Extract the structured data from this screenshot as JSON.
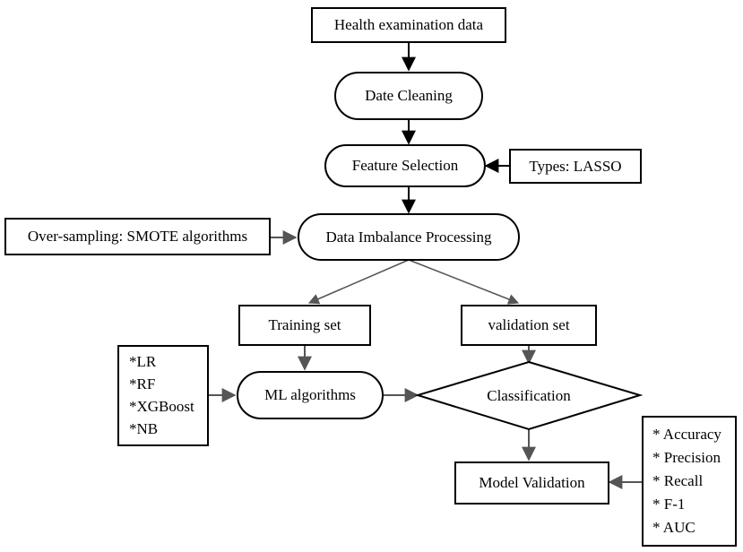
{
  "nodes": {
    "health_data": "Health examination data",
    "data_cleaning": "Date Cleaning",
    "feature_selection": "Feature Selection",
    "types_lasso": "Types: LASSO",
    "oversampling": "Over-sampling: SMOTE algorithms",
    "imbalance": "Data Imbalance Processing",
    "training_set": "Training set",
    "validation_set": "validation set",
    "ml_algorithms": "ML algorithms",
    "classification": "Classification",
    "model_validation": "Model Validation"
  },
  "algorithms": [
    "*LR",
    "*RF",
    "*XGBoost",
    "*NB"
  ],
  "metrics": [
    "* Accuracy",
    "* Precision",
    "* Recall",
    "* F-1",
    "* AUC"
  ]
}
